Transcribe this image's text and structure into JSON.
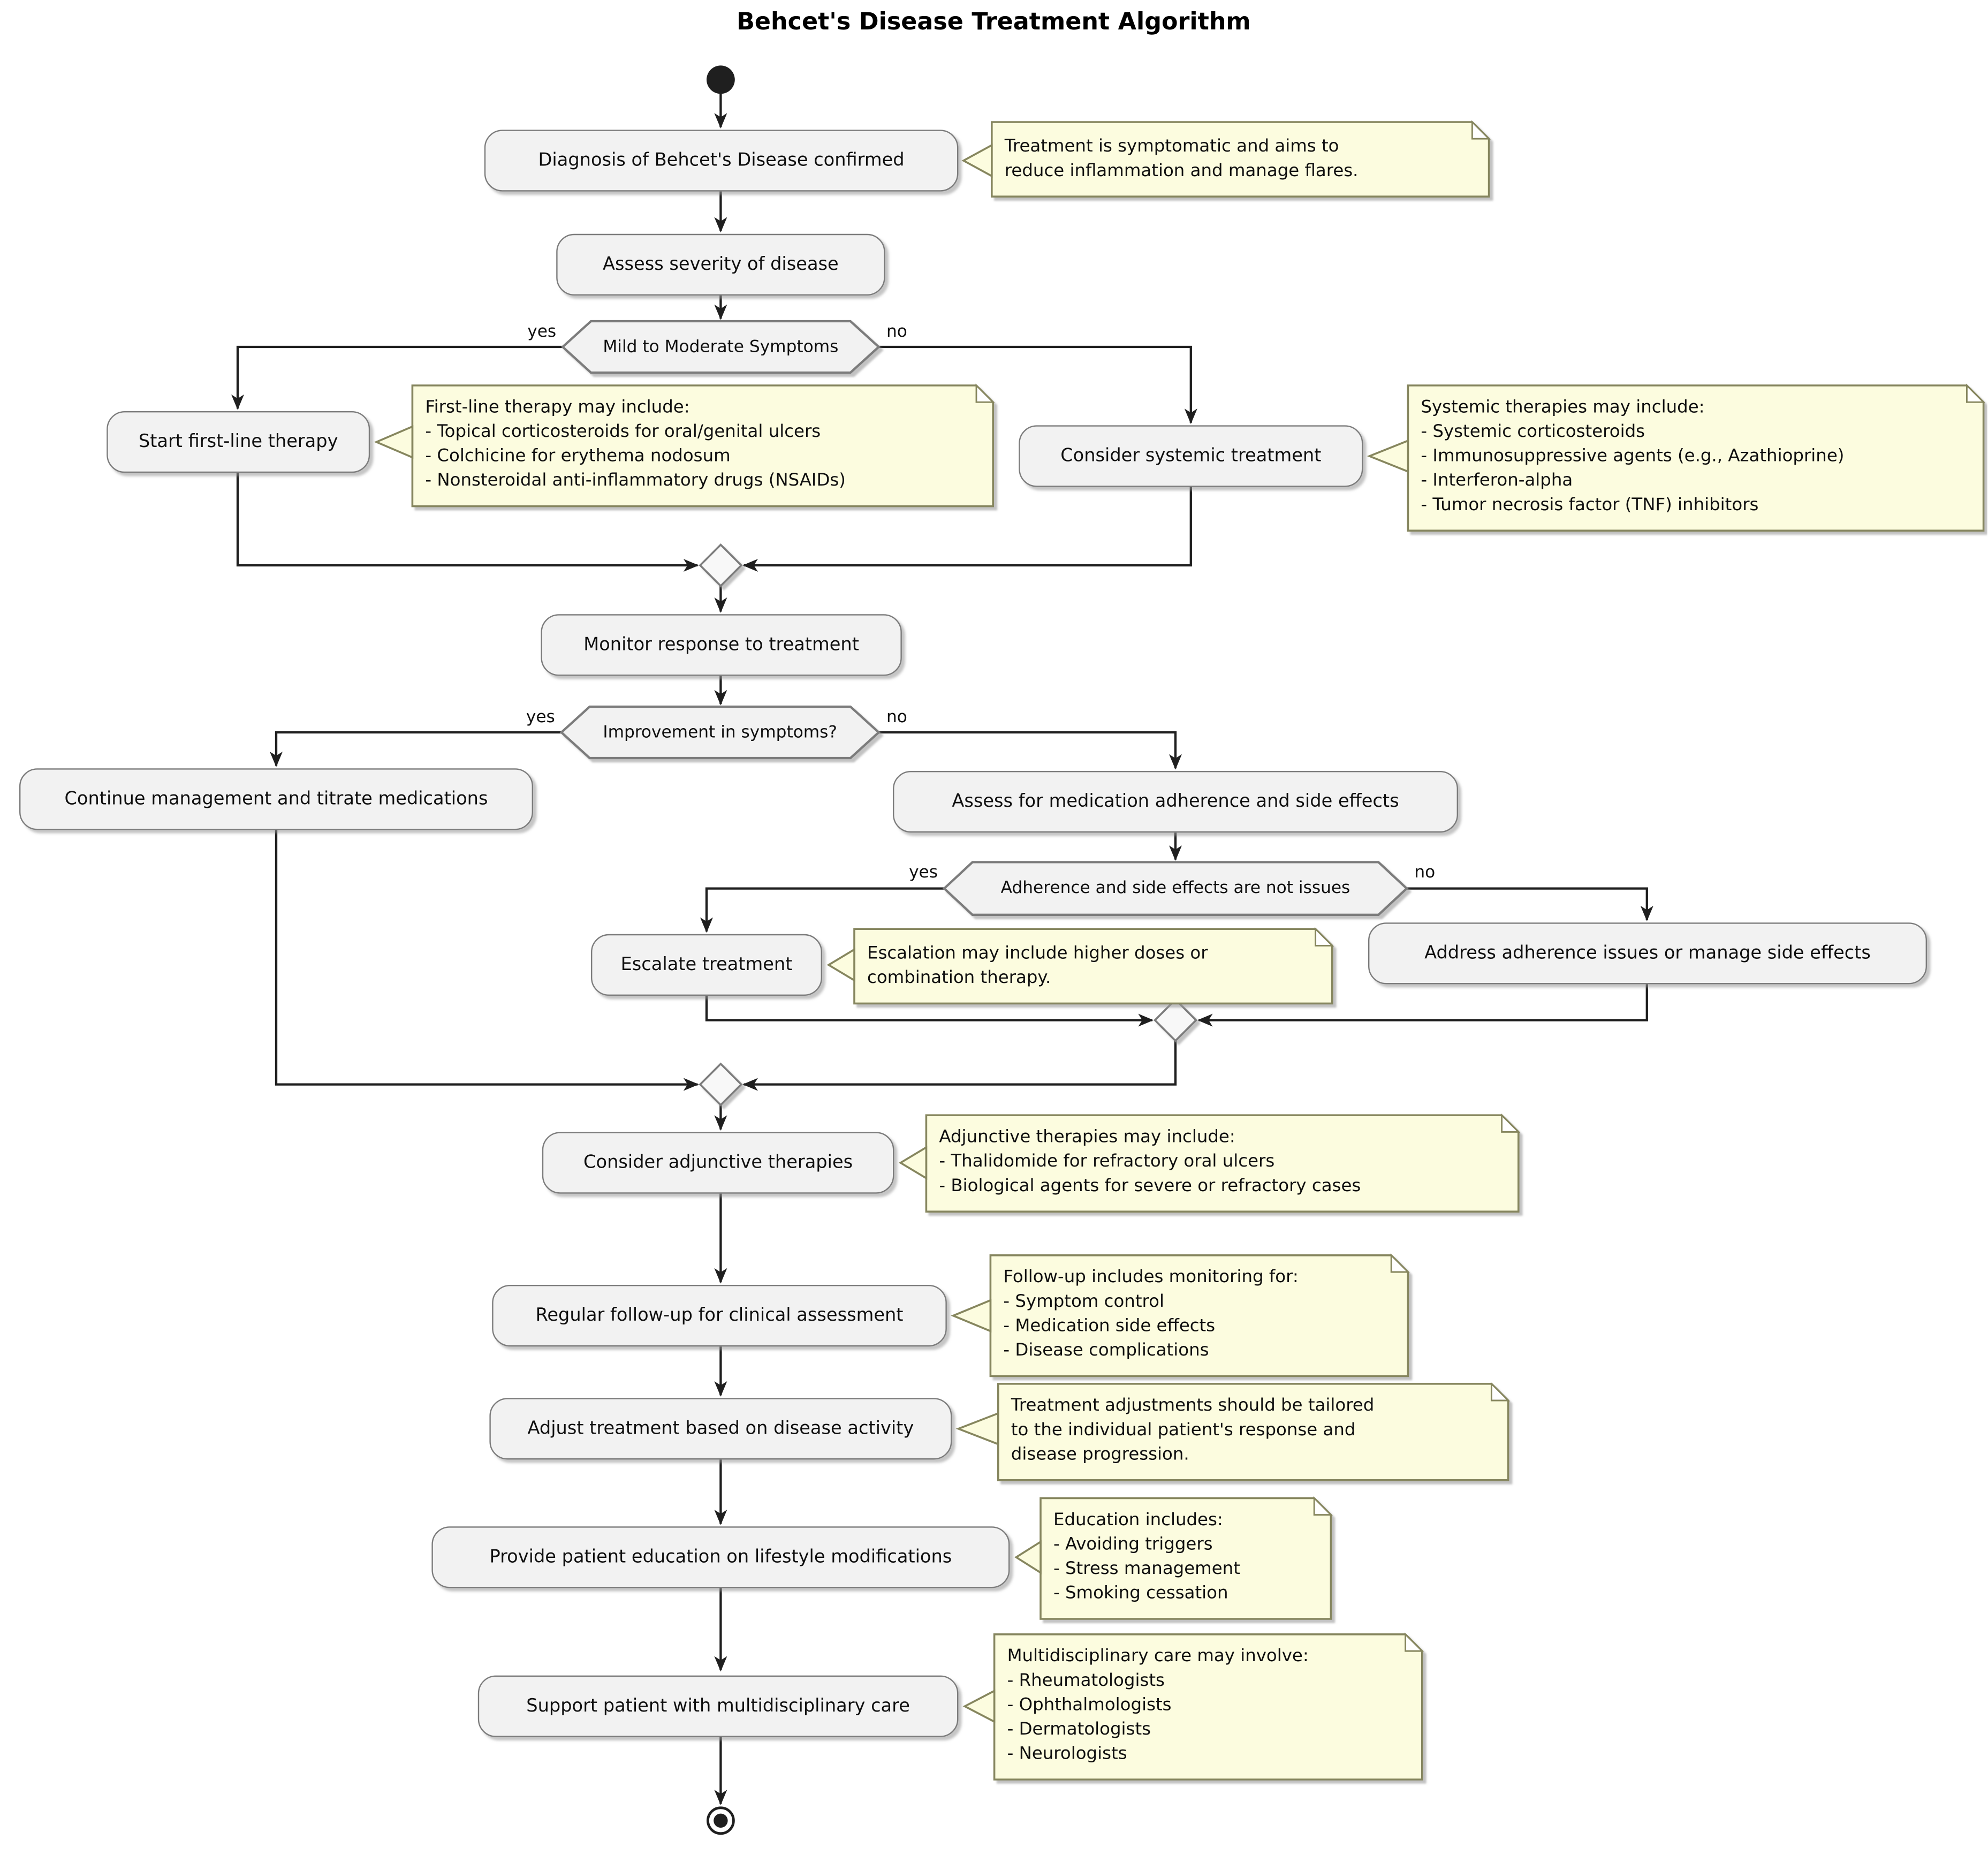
{
  "diagram": {
    "title": "Behcet's Disease Treatment Algorithm",
    "type": "activity-flowchart",
    "start_symbol": "start",
    "end_symbol": "end"
  },
  "colors": {
    "activity_fill": "#f2f2f2",
    "activity_border": "#7c7c7c",
    "note_fill": "#fcfcdf",
    "note_border": "#86865e",
    "edge": "#1f1f1f",
    "text": "#0f0f0f"
  },
  "activities": [
    {
      "id": "diagnosis",
      "label": "Diagnosis of Behcet's Disease confirmed"
    },
    {
      "id": "assess-severity",
      "label": "Assess severity of disease"
    },
    {
      "id": "first-line",
      "label": "Start first-line therapy"
    },
    {
      "id": "systemic",
      "label": "Consider systemic treatment"
    },
    {
      "id": "monitor",
      "label": "Monitor response to treatment"
    },
    {
      "id": "continue-management",
      "label": "Continue management and titrate medications"
    },
    {
      "id": "assess-adherence",
      "label": "Assess for medication adherence and side effects"
    },
    {
      "id": "escalate",
      "label": "Escalate treatment"
    },
    {
      "id": "address-adherence",
      "label": "Address adherence issues or manage side effects"
    },
    {
      "id": "adjunctive",
      "label": "Consider adjunctive therapies"
    },
    {
      "id": "follow-up",
      "label": "Regular follow-up for clinical assessment"
    },
    {
      "id": "adjust-treatment",
      "label": "Adjust treatment based on disease activity"
    },
    {
      "id": "patient-education",
      "label": "Provide patient education on lifestyle modifications"
    },
    {
      "id": "multidisciplinary",
      "label": "Support patient with multidisciplinary care"
    }
  ],
  "decisions": [
    {
      "id": "mild-to-moderate",
      "label": "Mild to Moderate Symptoms",
      "yes_label": "yes",
      "no_label": "no"
    },
    {
      "id": "improvement",
      "label": "Improvement in symptoms?",
      "yes_label": "yes",
      "no_label": "no"
    },
    {
      "id": "adherence-ok",
      "label": "Adherence and side effects are not issues",
      "yes_label": "yes",
      "no_label": "no"
    }
  ],
  "notes": [
    {
      "id": "note-symptomatic",
      "lines": [
        "Treatment is symptomatic and aims to",
        "reduce inflammation and manage flares."
      ]
    },
    {
      "id": "note-first-line",
      "lines": [
        "First-line therapy may include:",
        "- Topical corticosteroids for oral/genital ulcers",
        "- Colchicine for erythema nodosum",
        "- Nonsteroidal anti-inflammatory drugs (NSAIDs)"
      ]
    },
    {
      "id": "note-systemic",
      "lines": [
        "Systemic therapies may include:",
        "- Systemic corticosteroids",
        "- Immunosuppressive agents (e.g., Azathioprine)",
        "- Interferon-alpha",
        "- Tumor necrosis factor (TNF) inhibitors"
      ]
    },
    {
      "id": "note-escalation",
      "lines": [
        "Escalation may include higher doses or",
        "combination therapy."
      ]
    },
    {
      "id": "note-adjunctive",
      "lines": [
        "Adjunctive therapies may include:",
        "- Thalidomide for refractory oral ulcers",
        "- Biological agents for severe or refractory cases"
      ]
    },
    {
      "id": "note-follow-up",
      "lines": [
        "Follow-up includes monitoring for:",
        "- Symptom control",
        "- Medication side effects",
        "- Disease complications"
      ]
    },
    {
      "id": "note-adjustments",
      "lines": [
        "Treatment adjustments should be tailored",
        "to the individual patient's response and",
        "disease progression."
      ]
    },
    {
      "id": "note-education",
      "lines": [
        "Education includes:",
        "- Avoiding triggers",
        "- Stress management",
        "- Smoking cessation"
      ]
    },
    {
      "id": "note-multidisciplinary",
      "lines": [
        "Multidisciplinary care may involve:",
        "- Rheumatologists",
        "- Ophthalmologists",
        "- Dermatologists",
        "- Neurologists"
      ]
    }
  ]
}
